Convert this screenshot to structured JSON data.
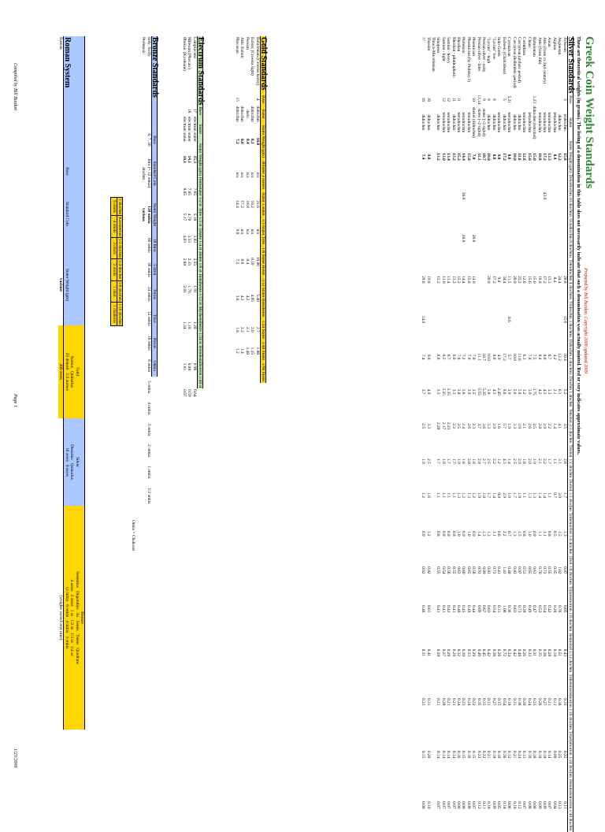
{
  "title": "Greek Coin Weight Standards",
  "subtitle": "These are theoretical weights (in grams). The listing of a denomination in this table does not necessarily indicate that such a denomination was actually minted. Red or very indicates approximate values.",
  "prepared": "Prepared by Bill Burdon. Copyright 2008 updated 2009",
  "silver": {
    "section": "Silver Standards",
    "headers": [
      "Base",
      "Stater",
      "Stater Weight (gm)",
      "Dekadrachm 10 drachms",
      "Octadrachm 8 drachms",
      "Tetradrachm 4 drachms",
      "Tridrachm 3 drachms",
      "Didrachm 2 drachms",
      "Drachm 1 drachm",
      "Tetrobol 2/3 drachm",
      "Triobol 1/2 drachm",
      "Diobol 1/3 drachm",
      "Trihemiobol 1/4 drachm",
      "Obol 1/6 drachm",
      "Tritartemorion 1/8 drachm",
      "Hemiobol 1/12 drachm",
      "Trihemitartemorion 1/16 drachm",
      "Tetartemorion 1/24 drachm",
      "Hemitartemorion 1/48 drachm"
    ],
    "rows": [
      [
        "Achaean",
        "3",
        "tridrachm",
        "15.6",
        "",
        "",
        "20.8",
        "15.6",
        "10.4",
        "5.2",
        "3.5",
        "2.6",
        "1.7",
        "1.3",
        "0.87",
        "0.65",
        "0.43",
        "0.33",
        "0.22",
        "0.11"
      ],
      [
        "Aeginetan",
        "",
        "didrachm",
        "12.2",
        "",
        "",
        "24.4",
        "",
        "12.2",
        "6.1",
        "4.1",
        "3.1",
        "2.0",
        "1.5",
        "1.02",
        "0.76",
        "0.51",
        "0.38",
        "0.25",
        "0.13"
      ],
      [
        "Aiglian",
        "",
        "tetradrachm",
        "8.4",
        "",
        "",
        "8.4",
        "",
        "4.2",
        "2.1",
        "1.4",
        "1.1",
        "0.7",
        "0.5",
        "0.35",
        "0.26",
        "0.18",
        "0.13",
        "0.09",
        "0.04"
      ],
      [
        "Asian",
        "",
        "tetradrachm",
        "13.3",
        "",
        "",
        "13.3",
        "",
        "6.7",
        "3.3",
        "2.2",
        "1.7",
        "1.1",
        "0.8",
        "0.55",
        "0.42",
        "0.28",
        "0.21",
        "0.14",
        "0.07"
      ],
      [
        "Attic (from ca 2nd century)",
        "",
        "tetradrachm",
        "17.2",
        "43.0",
        "",
        "17.2",
        "",
        "8.6",
        "4.3",
        "2.9",
        "2.2",
        "1.4",
        "1.1",
        "0.72",
        "0.54",
        "0.36",
        "0.27",
        "0.18",
        "0.09"
      ],
      [
        "Attic (from 6th)",
        "",
        "tetradrachm",
        "16.8",
        "",
        "",
        "16.8",
        "",
        "8.4",
        "4.2",
        "2.8",
        "2.1",
        "1.4",
        "1.1",
        "0.70",
        "0.53",
        "0.35",
        "0.26",
        "0.18",
        "0.09"
      ],
      [
        "Babylonian",
        "1,23",
        "didrachm (tetrobol)",
        "15.0",
        "",
        "",
        "15.0",
        "",
        "7.5",
        "3.75",
        "2.5",
        "1.9",
        "1.3",
        "0.9",
        "0.63",
        "0.47",
        "0.31",
        "0.23",
        "0.16",
        "0.08"
      ],
      [
        "Chian",
        "",
        "tetradrachm",
        "15.6",
        "",
        "",
        "15.6",
        "",
        "7.8",
        "3.9",
        "2.6",
        "2.0",
        "1.3",
        "1.0",
        "0.65",
        "0.49",
        "0.33",
        "0.24",
        "0.16",
        "0.08"
      ],
      [
        "Corinthian",
        "",
        "tetradrachm",
        "12.6",
        "",
        "",
        "12.6",
        "",
        "6.3",
        "3.2",
        "2.1",
        "1.6",
        "1.1",
        "0.8",
        "0.53",
        "0.39",
        "0.26",
        "0.20",
        "0.13",
        "0.07"
      ],
      [
        "Corcyrean (archaic period)",
        "",
        "didrachm",
        "11.6",
        "",
        "",
        "23.2",
        "",
        "11.6",
        "5.8",
        "3.9",
        "2.9",
        "1.9",
        "1.5",
        "0.97",
        "0.73",
        "0.48",
        "0.36",
        "0.24",
        "0.12"
      ],
      [
        "Corcyrean (hellenistic period)",
        "",
        "didrachm",
        "10.0",
        "",
        "",
        "20.0",
        "",
        "10.0",
        "5.0",
        "3.3",
        "2.5",
        "1.7",
        "1.3",
        "0.83",
        "0.63",
        "0.42",
        "0.31",
        "0.21",
        "0.10"
      ],
      [
        "Cyrenaican",
        "5,21",
        "tetradrachm",
        "8.6",
        "",
        "",
        "11.5",
        "8.6",
        "5.7",
        "2.9",
        "1.9",
        "1.4",
        "1.0",
        "0.7",
        "0.48",
        "0.36",
        "0.24",
        "0.18",
        "0.12",
        "0.06"
      ],
      [
        "Euboeic (Chalcidean)",
        "5",
        "didrachm",
        "17.2",
        "",
        "",
        "34.4",
        "",
        "17.2",
        "8.6",
        "5.7",
        "4.3",
        "2.9",
        "2.2",
        "1.43",
        "1.08",
        "0.72",
        "0.54",
        "0.36",
        "0.18"
      ],
      [
        "Indo-Greek",
        "",
        "tetradrachm",
        "9.8",
        "",
        "",
        "9.8",
        "",
        "4.9",
        "2.45",
        "1.6",
        "1.2",
        "0.8",
        "0.6",
        "0.41",
        "0.31",
        "0.20",
        "0.15",
        "0.10",
        "0.05"
      ],
      [
        "\"Lycian\" low",
        "8",
        "didrachm",
        "8.6",
        "",
        "",
        "17.2",
        "",
        "8.6",
        "4.3",
        "2.9",
        "2.2",
        "1.4",
        "1.1",
        "0.72",
        "0.54",
        "0.36",
        "0.27",
        "0.18",
        "0.09"
      ],
      [
        "\"Lycian\" - high",
        "8",
        "didrachm",
        "10.0",
        "",
        "",
        "20.0",
        "",
        "10.0",
        "5.0",
        "3.3",
        "2.5",
        "1.7",
        "1.3",
        "0.83",
        "0.63",
        "0.42",
        "0.31",
        "0.21",
        "0.10"
      ],
      [
        "Persian silver - early",
        "9",
        "stater (~2 sigloi)",
        "10.7",
        "",
        "",
        "",
        "",
        "10.7",
        "5.35",
        "3.6",
        "2.7",
        "1.8",
        "1.3",
        "0.89",
        "0.67",
        "0.45",
        "0.33",
        "0.22",
        "0.11"
      ],
      [
        "Persian silver - later",
        "13,14",
        "stater (~2 sigloi)",
        "11.1",
        "",
        "",
        "",
        "",
        "11.1",
        "5.55",
        "3.7",
        "2.8",
        "1.9",
        "1.4",
        "0.93",
        "0.69",
        "0.46",
        "0.35",
        "0.23",
        "0.12"
      ],
      [
        "Phoenician",
        "10",
        "shekel (didrachm)",
        "7.0",
        "",
        "28.0",
        "14.0",
        "",
        "7.0",
        "3.5",
        "2.3",
        "1.8",
        "1.2",
        "0.9",
        "0.58",
        "0.44",
        "0.29",
        "0.22",
        "0.15",
        "0.07"
      ],
      [
        "Phoenician (by Ptolemy I)",
        "",
        "tetradrachm",
        "15.6",
        "",
        "",
        "15.6",
        "",
        "7.8",
        "3.9",
        "2.6",
        "2.0",
        "1.3",
        "1.0",
        "0.65",
        "0.49",
        "0.33",
        "0.24",
        "0.16",
        "0.08"
      ],
      [
        "Ptolemaic",
        "",
        "tetradrachm",
        "14.4",
        "36.0",
        "28.8",
        "14.4",
        "",
        "7.2",
        "3.6",
        "2.4",
        "1.8",
        "1.2",
        "0.9",
        "0.60",
        "0.45",
        "0.30",
        "0.23",
        "0.15",
        "0.08"
      ],
      [
        "Rhodian",
        "11",
        "tetradrachm",
        "15.2",
        "",
        "",
        "15.2",
        "",
        "7.6",
        "3.8",
        "2.5",
        "1.9",
        "1.3",
        "1.0",
        "0.63",
        "0.48",
        "0.32",
        "0.24",
        "0.16",
        "0.08"
      ],
      [
        "Rhodian - plinthophoric",
        "11",
        "didrachm",
        "13.2",
        "",
        "",
        "13.2",
        "",
        "6.6",
        "3.3",
        "2.2",
        "1.7",
        "1.1",
        "0.8",
        "0.55",
        "0.41",
        "0.28",
        "0.21",
        "0.14",
        "0.07"
      ],
      [
        "Samian - heavy",
        "12",
        "tetradrachm",
        "13.4",
        "",
        "",
        "13.4",
        "",
        "6.7",
        "3.35",
        "2.23",
        "1.7",
        "1.1",
        "0.8",
        "0.56",
        "0.42",
        "0.28",
        "0.21",
        "0.14",
        "0.07"
      ],
      [
        "Samian - light",
        "12",
        "tetradrachm",
        "13.0",
        "",
        "",
        "13.0",
        "",
        "6.5",
        "3.25",
        "2.17",
        "1.6",
        "1.1",
        "0.8",
        "0.54",
        "0.41",
        "0.27",
        "0.20",
        "0.14",
        "0.07"
      ],
      [
        "Sinopean",
        "",
        "didrachm",
        "13.2",
        "",
        "",
        "13.2",
        "",
        "6.6",
        "3.3",
        "2.20",
        "1.7",
        "1.1",
        "0.8",
        "0.55",
        "0.41",
        "0.28",
        "0.21",
        "0.14",
        "0.07"
      ],
      [
        "Thraco-Macedonian",
        "",
        "",
        "",
        "",
        "",
        "",
        "",
        "",
        "",
        "",
        "",
        "",
        "",
        "",
        "",
        "",
        "",
        "",
        ""
      ],
      [
        "Thasian",
        "16",
        "didrachm",
        "9.8",
        "",
        "",
        "19.6",
        "",
        "9.8",
        "4.9",
        "3.3",
        "2.5",
        "1.6",
        "1.2",
        "0.82",
        "0.61",
        "0.41",
        "0.31",
        "0.20",
        "0.10"
      ],
      [
        "??",
        "16",
        "didrachm",
        "7.4",
        "",
        "",
        "29.6",
        "14.8",
        "7.4",
        "3.7",
        "2.5",
        "1.9",
        "1.2",
        "0.9",
        "0.62",
        "0.46",
        "0.31",
        "0.23",
        "0.15",
        "0.08"
      ]
    ]
  },
  "gold": {
    "section": "Gold Standards",
    "headers": [
      "Base",
      "Stater",
      "Stater Weight (gm)",
      "diStater 2 staters",
      "Stater 1 stater",
      "1/3 Stater Trite",
      "1/6 Stater Hekte",
      "1/12 Stater Hemihekte",
      "1/24 Stater",
      "1/48 Stater",
      "1/96 Stater"
    ],
    "rows": [
      [
        "Babylonian (Croesus heavy)",
        "4",
        "didrachm",
        "10.8",
        "n/a",
        "21.6",
        "n/a",
        "10.80",
        "5.40",
        "2.7",
        "1.80"
      ],
      [
        "Euboic (Croesus light)",
        "",
        "didrachm",
        "8.1",
        "n/a",
        "16.2",
        "n/a",
        "8.10",
        "4.05",
        "2.0",
        "1.35"
      ],
      [
        "Persian",
        "",
        "daric",
        "8.4",
        "n/a",
        "16.8",
        "n/a",
        "8.4",
        "4.2",
        "2.1",
        "1.40"
      ],
      [
        "Attic Euboic",
        "",
        "didrachm",
        "8.6",
        "n/a",
        "17.2",
        "n/a",
        "8.6",
        "4.3",
        "2.2",
        "1.4"
      ],
      [
        "Phocaean",
        "15",
        "didrachm",
        "7.2",
        "n/a",
        "14.4",
        "9.0",
        "7.2",
        "3.6",
        "1.8",
        "1.2"
      ]
    ]
  },
  "electrum": {
    "section": "Electrum Standards",
    "headers": [
      "Base",
      "Stater",
      "Stater Weight (gm)",
      "Hemistater 1/2 st",
      "Trite 1/3 st",
      "Tetarte 1/4 st",
      "Hekte 1/6 st",
      "Hemihekte 1/12 st",
      "Myshemihekte 1/24 st",
      "Hemihemihekton 1/48 st"
    ],
    "rows": [
      [
        "Lampsacene",
        "17",
        "electrum stater",
        "15.3",
        "7.65",
        "5.10",
        "3.83",
        "2.55",
        "1.91",
        "1.28",
        "0.96",
        "0.64"
      ],
      [
        "Milesian (Phocaic)",
        "18",
        "electrum stater",
        "14.1",
        "7.05",
        "4.70",
        "3.53",
        "2.35",
        "1.76",
        "1.18",
        "0.88",
        "0.59"
      ],
      [
        "Phokaic (Kyzikene)",
        "",
        "electrum stater",
        "16.1",
        "8.05",
        "5.37",
        "4.03",
        "2.68",
        "2.01",
        "1.34",
        "1.01",
        "0.67"
      ]
    ]
  },
  "bronze": {
    "section": "Bronze Standards",
    "headers": [
      "Base",
      "Standard Coin",
      "Stater Weight",
      "10 litrai",
      "5 litrai",
      "Tetras",
      "Trias",
      "Hexas",
      "Onkia"
    ],
    "rows": [
      [
        "Italy, Sicily",
        "6, 7, 20",
        "litra (= 12 onkia)",
        "120 onkia",
        "60 onkia",
        "36 onkia",
        "24 onkia",
        "12 onkia",
        "10 onkia",
        "6 onkia",
        "5 onkia",
        "4 onkia",
        "3 onkia",
        "2 onkia",
        "1 onkia",
        "1/2 onkia"
      ],
      [
        "Ptolemaic",
        "",
        "drachm",
        "various"
      ]
    ],
    "ptolemaic_header": [
      "1 drachm",
      "Kassiterion",
      "1/2 drachm",
      "1/4 drachm",
      "1/8 drachm",
      "1/16 drachm"
    ],
    "ptolemaic_vals": [
      "6 obols",
      "4 obols",
      "3 obols",
      "2 obols",
      "1 obol",
      "1 chalkous"
    ],
    "onkia_note": "Onkia = Chalkous"
  },
  "roman": {
    "section": "Roman System",
    "headers": [
      "Base",
      "Standard Coin",
      "Stater Weight (gm)"
    ],
    "gold_label": "Gold",
    "silver_label": "Silver",
    "bronze_label": "Bronze",
    "gold_cols": [
      "Aureus",
      "Quinarius"
    ],
    "gold_sub": [
      "25 denarii",
      "1/2 aureus"
    ],
    "silver_cols": [
      "Denarius",
      "Quinarius"
    ],
    "silver_sub": [
      "16 asses",
      "8 asses"
    ],
    "bronze_cols": [
      "Sestertius",
      "Dupondius",
      "As",
      "Semis",
      "Triens",
      "Quadrans"
    ],
    "bronze_sub": [
      "4 asses",
      "2 asses",
      "1 as",
      "1/2 as",
      "1/3 as",
      "1/4 as"
    ],
    "bronze_onk": [
      "",
      "",
      "12 onkia",
      "6 onkia",
      "4 onkia",
      "3 onkia"
    ],
    "row": [
      "Roman",
      "",
      "various"
    ],
    "gold_note": "400 asses",
    "note_weights": "(weights varied over time)"
  },
  "footer": {
    "compiled": "Compiled by Bill Burdon",
    "page": "Page 1",
    "date": "1/23/2009"
  }
}
